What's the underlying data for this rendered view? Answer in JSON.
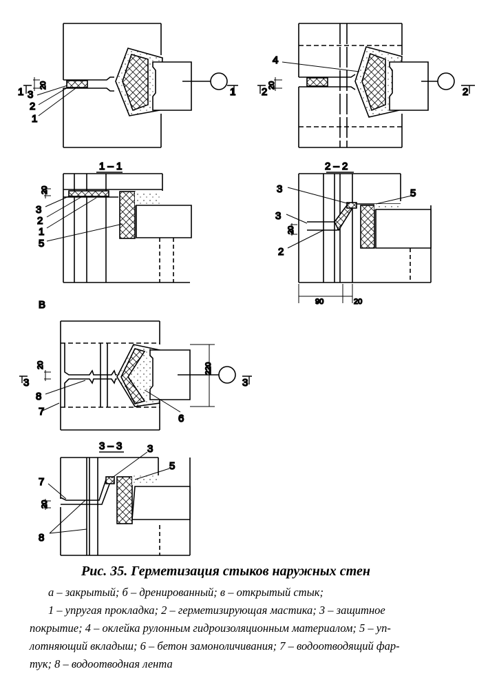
{
  "figure_a": {
    "section_mark": "1",
    "dim": "20",
    "labels": [
      "3",
      "2",
      "1"
    ]
  },
  "section_1_1": {
    "title": "1 – 1",
    "dim": "20",
    "labels": [
      "3",
      "2",
      "1",
      "5"
    ]
  },
  "figure_b": {
    "section_mark": "2",
    "dim": "20",
    "labels": [
      "4"
    ]
  },
  "section_2_2": {
    "title": "2 – 2",
    "dim": "20",
    "labels": [
      "3",
      "5",
      "3",
      "2"
    ],
    "bottom_dims": [
      "90",
      "20"
    ]
  },
  "figure_c": {
    "letter": "B",
    "section_mark": "3",
    "dim": "20",
    "height_dim": "220",
    "labels": [
      "8",
      "7",
      "6"
    ]
  },
  "section_3_3": {
    "title": "3 – 3",
    "dim": "20",
    "labels": [
      "3",
      "5",
      "7",
      "8"
    ]
  },
  "caption": {
    "title": "Рис. 35. Герметизация стыков наружных стен",
    "lines": [
      "а – закрытый; б – дренированный; в – открытый стык;",
      "1 – упругая прокладка; 2 – герметизирующая мастика; 3 – защитное",
      "покрытие; 4 – оклейка рулонным гидроизоляционным материалом; 5 – уп-",
      "лотняющий вкладыш; 6 – бетон замоноличивания; 7 – водоотводящий фар-",
      "тук; 8 – водоотводная лента"
    ]
  }
}
